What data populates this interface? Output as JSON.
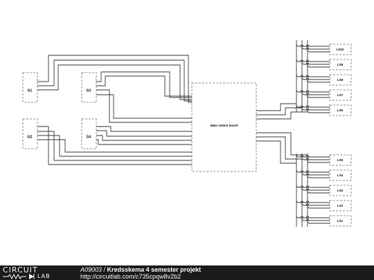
{
  "diagram": {
    "main_board_label": "Main switch board",
    "generators": [
      {
        "label": "G1"
      },
      {
        "label": "G3"
      },
      {
        "label": "G2"
      },
      {
        "label": "G4"
      }
    ],
    "loads_top": [
      {
        "label": "LS10"
      },
      {
        "label": "LS9"
      },
      {
        "label": "LS8"
      },
      {
        "label": "LS7"
      },
      {
        "label": "LS6"
      }
    ],
    "loads_bottom": [
      {
        "label": "LS5"
      },
      {
        "label": "LS4"
      },
      {
        "label": "LS3"
      },
      {
        "label": "LS2"
      },
      {
        "label": "LS1"
      }
    ]
  },
  "footer": {
    "logo_top": "CIRCUIT",
    "logo_bottom": "LAB",
    "circuit_id": "A09003",
    "separator": " / ",
    "title": "Kredsskema 4 semester projekt",
    "url": "http://circuitlab.com/c735cpqw8v2b2"
  },
  "colors": {
    "wire": "#333333",
    "dash": "#666666",
    "footer_bg": "#1a1a1a"
  }
}
